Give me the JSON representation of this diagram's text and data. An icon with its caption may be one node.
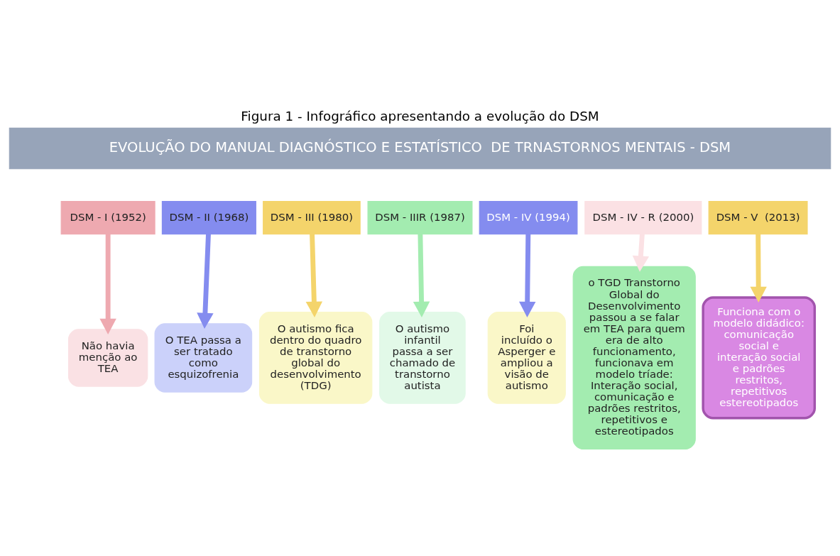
{
  "diagram": {
    "title": "Figura 1 - Infográfico apresentando a evolução do DSM",
    "nodes": [
      {
        "text": [
          "EVOLUÇÃO DO MANUAL DIAGNÓSTICO E ESTATÍSTICO  DE TRNASTORNOS MENTAIS - DSM"
        ]
      },
      {
        "text": [
          "DSM - I (1952)"
        ]
      },
      {
        "text": [
          "DSM - II (1968)"
        ]
      },
      {
        "text": [
          "DSM - III (1980)"
        ]
      },
      {
        "text": [
          "DSM - IIIR (1987)"
        ]
      },
      {
        "text": [
          "DSM - IV (1994)"
        ]
      },
      {
        "text": [
          "DSM - IV - R (2000)"
        ]
      },
      {
        "text": [
          "DSM - V  (2013)"
        ]
      },
      {
        "text": [
          "Não havia menção ao TEA"
        ]
      },
      {
        "text": [
          "O TEA passa a ser tratado como esquizofrenia"
        ]
      },
      {
        "text": [
          "O autismo fica dentro do quadro de transtorno global do desenvolvimento (TDG)"
        ]
      },
      {
        "text": [
          "O autismo infantil passa a ser chamado de transtorno autista"
        ]
      },
      {
        "text": [
          "Foi incluído o Asperger e ampliou a visão de autismo"
        ]
      },
      {
        "text": [
          "o TGD Transtorno Global do Desenvolvimento passou a se falar em TEA para quem era de alto funcionamento, funcionava em modelo tríade: Interação social, comunicação e padrões restritos, repetitivos e estereotipados"
        ]
      },
      {
        "text": [
          "Funciona com o modelo didádico: comunicação social e interação social e padrões restritos, repetitivos estereotipados"
        ]
      }
    ],
    "edges": [
      {
        "from": 1,
        "to": 8,
        "arrow": "to",
        "color": "#eea9b0"
      },
      {
        "from": 2,
        "to": 9,
        "arrow": "to",
        "color": "#848cef"
      },
      {
        "from": 3,
        "to": 10,
        "arrow": "to",
        "color": "#f4d46b"
      },
      {
        "from": 4,
        "to": 11,
        "arrow": "to",
        "color": "#a3ecb0"
      },
      {
        "from": 5,
        "to": 12,
        "arrow": "to",
        "color": "#848cef"
      },
      {
        "from": 6,
        "to": 13,
        "arrow": "to",
        "color": "#fbe1e4"
      },
      {
        "from": 7,
        "to": 14,
        "arrow": "to",
        "color": "#f4d46b"
      }
    ]
  }
}
